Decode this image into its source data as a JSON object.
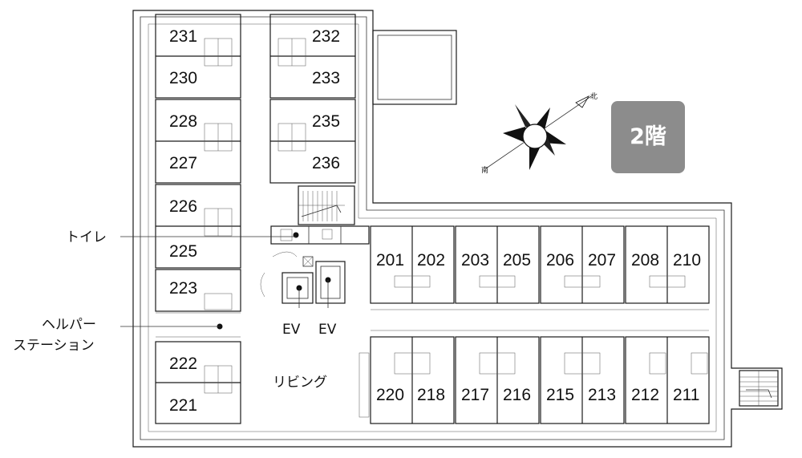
{
  "floor": "2階",
  "compass": {
    "north": "北",
    "south": "南"
  },
  "rooms": {
    "r231": "231",
    "r230": "230",
    "r228": "228",
    "r227": "227",
    "r226": "226",
    "r225": "225",
    "r223": "223",
    "r222": "222",
    "r221": "221",
    "r232": "232",
    "r233": "233",
    "r235": "235",
    "r236": "236",
    "r201": "201",
    "r202": "202",
    "r203": "203",
    "r205": "205",
    "r206": "206",
    "r207": "207",
    "r208": "208",
    "r210": "210",
    "r220": "220",
    "r218": "218",
    "r217": "217",
    "r216": "216",
    "r215": "215",
    "r213": "213",
    "r212": "212",
    "r211": "211"
  },
  "labels": {
    "toilet": "トイレ",
    "helper_line1": "ヘルパー",
    "helper_line2": "ステーション",
    "ev1": "EV",
    "ev2": "EV",
    "living": "リビング"
  }
}
